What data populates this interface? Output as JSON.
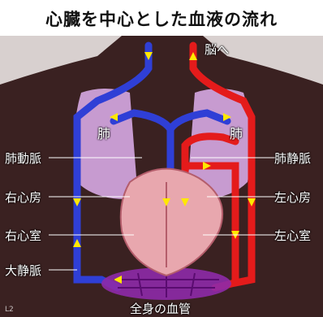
{
  "title": "心臓を中心とした血液の流れ",
  "labels": {
    "to_brain": "脳へ",
    "lung_left": "肺",
    "lung_right": "肺",
    "pulmonary_artery": "肺動脈",
    "pulmonary_vein": "肺静脈",
    "right_atrium": "右心房",
    "left_atrium": "左心房",
    "right_ventricle": "右心室",
    "left_ventricle": "左心室",
    "vena_cava": "大静脈",
    "body_capillaries": "全身の血管",
    "corner": "L2"
  },
  "colors": {
    "venous": "#2f3fd6",
    "arterial": "#e41b1b",
    "arrow": "#ffe800",
    "lung": "#c79bd0",
    "heart": "#e8a7ae",
    "body": "#3a2121",
    "capillary": "#8e2aa8"
  }
}
